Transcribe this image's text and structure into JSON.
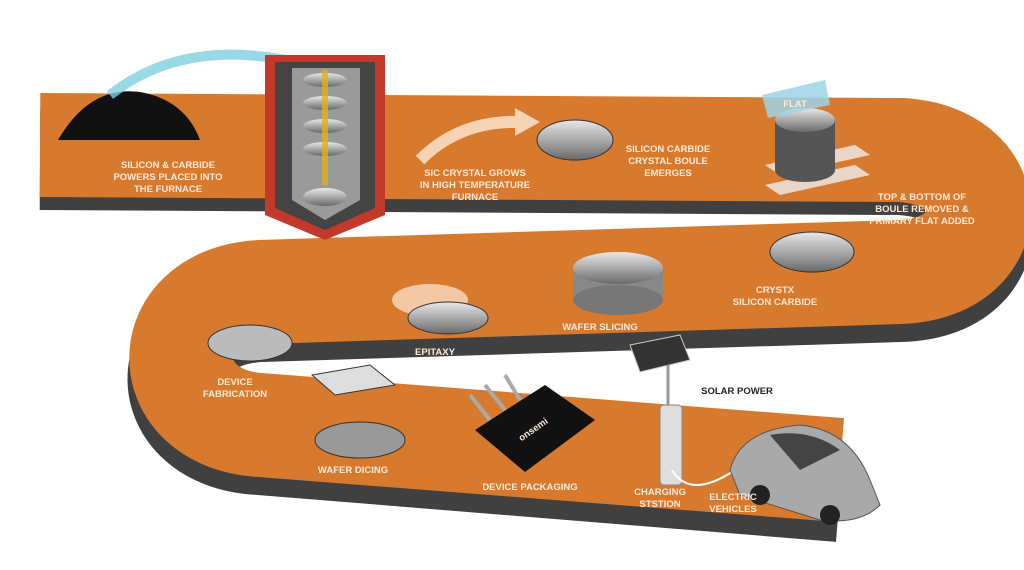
{
  "steps": {
    "powders": [
      "SILICON & CARBIDE",
      "POWERS PLACED INTO",
      "THE FURNACE"
    ],
    "crystal_grows": [
      "SIC CRYSTAL GROWS",
      "IN HIGH TEMPERATURE",
      "FURNACE"
    ],
    "boule_emerges": [
      "SILICON CARBIDE",
      "CRYSTAL BOULE",
      "EMERGES"
    ],
    "flat_tag": "FLAT",
    "flat_added": [
      "TOP & BOTTOM OF",
      "BOULE REMOVED &",
      "PRIMARY FLAT ADDED"
    ],
    "crystx": [
      "CRYSTX",
      "SILICON CARBIDE"
    ],
    "wafer_slicing": "WAFER SLICING",
    "epitaxy": "EPITAXY",
    "device_fabrication": [
      "DEVICE",
      "FABRICATION"
    ],
    "wafer_dicing": "WAFER DICING",
    "device_packaging": "DEVICE PACKAGING",
    "brand": "onsemi",
    "solar_power": "SOLAR POWER",
    "charging_station": [
      "CHARGING",
      "STSTION"
    ],
    "electric_vehicles": [
      "ELECTRIC",
      "VEHICLES"
    ]
  },
  "colors": {
    "band": "#d77a2e",
    "band_shadow": "#1e1e1e"
  }
}
